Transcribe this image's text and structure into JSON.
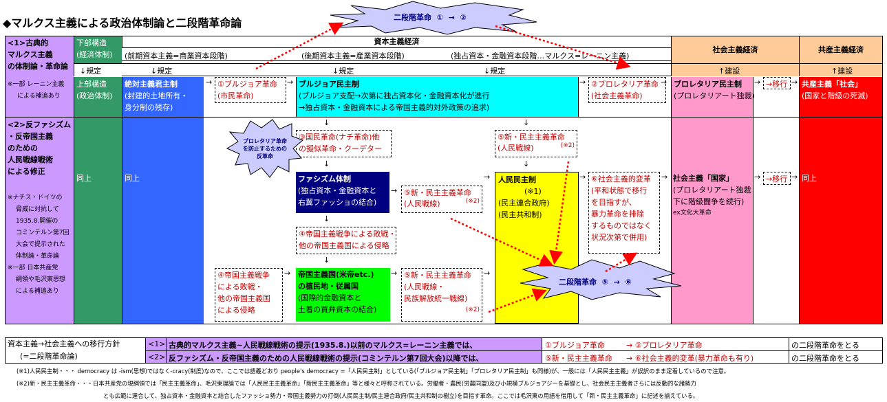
{
  "title": "◆マルクス主義による政治体制論と二段階革命論",
  "burst_top": {
    "label": "二段階革命",
    "from": "①",
    "to": "②"
  },
  "burst_mid": {
    "label": "二段階革命",
    "from": "⑤",
    "to": "⑥"
  },
  "burst_left": [
    "プロレタリア革命",
    "を防止するための",
    "反革命"
  ],
  "header": {
    "sec1": [
      "<1>古典的",
      "マルクス主義",
      "の体制論・革命論"
    ],
    "base": [
      "下部構造",
      "(経済体制)"
    ],
    "capitalism": "資本主義経済",
    "early_cap": "(前期資本主義=商業資本段階)",
    "late_cap": "(後期資本主義=産業資本段階)",
    "mono_cap": "(独占資本・金融資本段階…マルクス=レーニン主義)",
    "socialism": "社会主義経済",
    "communism": "共産主義経済",
    "rule_labels": [
      "↓規定",
      "↓規定",
      "↓規定",
      "↓規定",
      "↑建設",
      "↑建設"
    ]
  },
  "row1": {
    "note": [
      "※一部 レーニン主義",
      "による補追あり"
    ],
    "super": [
      "上部構造",
      "(政治体制)"
    ],
    "absolutism": [
      "絶対主義君主制",
      "(封建的土地所有・",
      "身分制の残存)"
    ],
    "bourgeois_rev": [
      "①ブルジョア革命",
      "(市民革命)"
    ],
    "bourgeois_dem": [
      "ブルジョア民主制",
      "(ブルジョア支配→次第に独占資本化・金融資本化が進行",
      "→独占資本・金融資本による帝国主義的対外政策の追求)"
    ],
    "proletarian_rev": [
      "②プロレタリア革命",
      "(社会主義革命)"
    ],
    "proletarian_dem": [
      "プロレタリア民主制",
      "(プロレタリアート独裁)"
    ],
    "transition": "→移行",
    "communism_society": [
      "共産主義「社会」",
      "(国家と階級の死滅)"
    ]
  },
  "row2": {
    "sec2": [
      "<2>反ファシズム",
      "・反帝国主義",
      "のための",
      "人民戦線戦術",
      "による修正"
    ],
    "same1": "同上",
    "same2": "同上",
    "same3": "同上",
    "note": [
      "※ナチス・ドイツの",
      "脅威に対抗して",
      "1935.8.開催の",
      "コミンテルン第7回",
      "大会で提示された",
      "体制論・革命論",
      "※一部 日本共産党",
      "綱領や毛沢東思想",
      "による補追あり"
    ],
    "national_rev": [
      "③国民革命(ナチ革命)他",
      "の擬似革命・クーデター"
    ],
    "fascism": [
      "ファシズム体制",
      "(独占資本・金融資本と",
      "右翼ファッショの結合)"
    ],
    "new_dem_rev_a": [
      "⑤新・民主主義革命",
      "(人民戦線)",
      "(※2)"
    ],
    "new_dem_rev_top": [
      "⑤新・民主主義革命",
      "(人民戦線)",
      "(※2)"
    ],
    "imperial_war": [
      "④帝国主義戦争による敗戦・",
      "他の帝国主義国による侵略"
    ],
    "imperial_war2": [
      "④帝国主義戦争",
      "による敗戦・",
      "他の帝国主義国",
      "による侵略"
    ],
    "colony": [
      "帝国主義国(米帝etc.)",
      "の植民地・従属国",
      "(国際的金融資本と",
      "土着の買弁資本の結合)"
    ],
    "new_dem_rev_b": [
      "⑤新・民主主義革命",
      "(人民戦線・",
      "民族解放統一戦線)",
      "(※2)"
    ],
    "people_dem": [
      "人民民主制",
      "(※1)",
      "(民主連合政府)",
      "(民主共和制)"
    ],
    "social_change": [
      "⑥社会主義的変革",
      "(平和状態で移行",
      "を目指すが、",
      "暴力革命を排除",
      "するものではなく",
      "状況次第で併用)"
    ],
    "socialist_state": [
      "社会主義「国家」",
      "(プロレタリアート独裁",
      "下に階級闘争を続行)"
    ],
    "ex": "ex文化大革命",
    "transition": "→移行"
  },
  "summary": {
    "left": [
      "資本主義→社会主義への移行方針",
      "(=二段階革命論)"
    ],
    "tag1": "<1>",
    "tag2": "<2>",
    "desc1": "古典的マルクス主義~人民戦線戦術の提示(1935.8.)以前のマルクス=レーニン主義では、",
    "desc2": "反ファシズム・反帝国主義のための人民戦線戦術の提示(コミンテルン第7回大会)以降では、",
    "rev1a": "①ブルジョア革命",
    "rev1b": "→ ②プロレタリア革命",
    "rev2a": "⑤新・民主主義革命",
    "rev2b": "→ ⑥社会主義的変革(暴力革命も有り)",
    "end": "の二段階革命をとる"
  },
  "footnotes": [
    "(※1)人民民主制・・・ democracy は -ism(思想)ではなく-cracy(制度)なので、ここでは語義どおり people's democracy =「人民民主制」としている(「ブルジョア民主制」「プロレタリア民主制」も同様)が、一般には「人民民主主義」が誤訳のまま定着しているので注意。",
    "(※2)新・民主主義革命・・・日本共産党の現綱領では「民主主義革命」、毛沢東理論では「人民民主主義革命」「新民主主義革命」等と様々と呼称されている。労働者・農民(労農同盟)及び小規模ブルジョアジーを基礎とし、社会民主主義者さらには反動的な諸勢力",
    "とも広範に連合して、独占資本・金融資本と結合したファッショ勢力・帝国主義勢力の打倒(人民民主制/民主連合政府/民主共和制の樹立)を目指す革命。ここでは毛沢東の用語を借用して「新・民主主義革命」に記述を揃えている。"
  ],
  "colors": {
    "purple": "#cc99ff",
    "green": "#339966",
    "blue": "#3366ff",
    "cyan": "#00ffff",
    "peach": "#ffcc99",
    "pink": "#ff99cc",
    "red": "#ff0000",
    "navy": "#000080",
    "yellow": "#ffff00",
    "lime": "#00ff00",
    "burst": "#ccccff"
  }
}
